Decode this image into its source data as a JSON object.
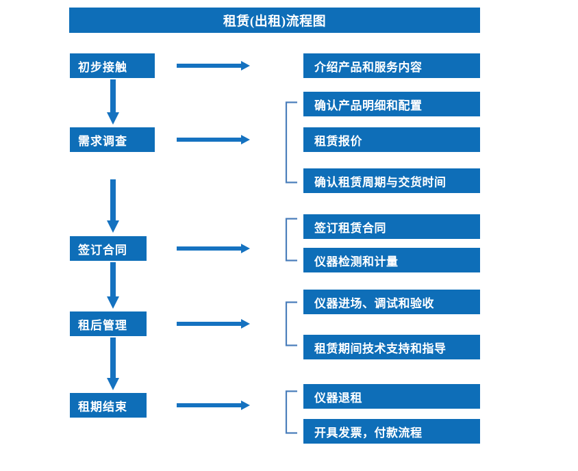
{
  "title": "租赁(出租)流程图",
  "colors": {
    "box_blue": "#0E6EB8",
    "arrow_blue": "#1572C0",
    "bracket_blue": "#4A7EBB",
    "text_white": "#FFFFFF",
    "background": "#FFFFFF"
  },
  "stages": [
    {
      "label": "初步接触"
    },
    {
      "label": "需求调查"
    },
    {
      "label": "签订合同"
    },
    {
      "label": "租后管理"
    },
    {
      "label": "租期结束"
    }
  ],
  "details": [
    {
      "label": "介绍产品和服务内容"
    },
    {
      "label": "确认产品明细和配置"
    },
    {
      "label": "租赁报价"
    },
    {
      "label": "确认租赁周期与交货时间"
    },
    {
      "label": "签订租赁合同"
    },
    {
      "label": "仪器检测和计量"
    },
    {
      "label": "仪器进场、调试和验收"
    },
    {
      "label": "租赁期间技术支持和指导"
    },
    {
      "label": "仪器退租"
    },
    {
      "label": "开具发票，付款流程"
    }
  ],
  "groups": [
    {
      "stage": "需求调查",
      "details": [
        "确认产品明细和配置",
        "租赁报价",
        "确认租赁周期与交货时间"
      ]
    },
    {
      "stage": "签订合同",
      "details": [
        "签订租赁合同",
        "仪器检测和计量"
      ]
    },
    {
      "stage": "租后管理",
      "details": [
        "仪器进场、调试和验收",
        "租赁期间技术支持和指导"
      ]
    },
    {
      "stage": "租期结束",
      "details": [
        "仪器退租",
        "开具发票，付款流程"
      ]
    }
  ],
  "flow_sequence": [
    "初步接触",
    "需求调查",
    "签订合同",
    "租后管理",
    "租期结束"
  ]
}
